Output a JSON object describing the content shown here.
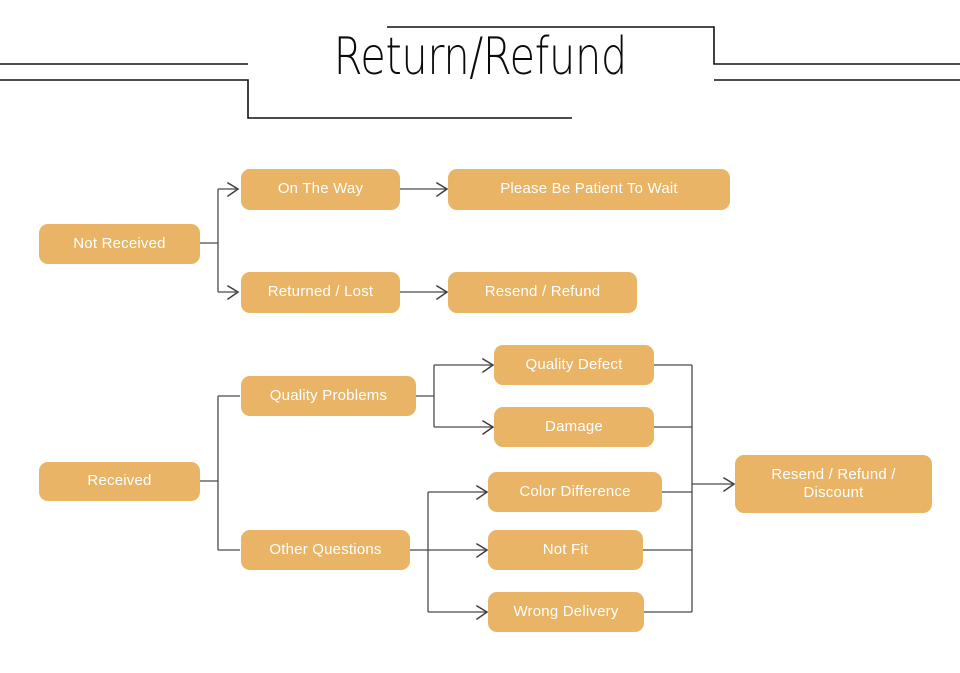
{
  "page": {
    "title": "Return/Refund",
    "background_color": "#ffffff",
    "accent_color": "#e9b465",
    "line_color": "#4a4a4a",
    "text_color": "#ffffff",
    "title_color": "#0b0b0b"
  },
  "header": {
    "title": "Return/Refund",
    "decoration": "stepped-double-rule"
  },
  "flow": {
    "branches": [
      {
        "id": "not-received",
        "root": "Not Received",
        "children": [
          {
            "label": "On The Way",
            "outcome": "Please Be Patient To Wait"
          },
          {
            "label": "Returned / Lost",
            "outcome": "Resend / Refund"
          }
        ]
      },
      {
        "id": "received",
        "root": "Received",
        "children": [
          {
            "label": "Quality Problems",
            "issues": [
              "Quality Defect",
              "Damage"
            ]
          },
          {
            "label": "Other Questions",
            "issues": [
              "Color Difference",
              "Not Fit",
              "Wrong Delivery"
            ]
          }
        ],
        "outcome": "Resend / Refund / Discount"
      }
    ]
  },
  "nodes": {
    "not_received": "Not Received",
    "on_the_way": "On The Way",
    "please_be_patient": "Please Be Patient To Wait",
    "returned_lost": "Returned / Lost",
    "resend_refund": "Resend / Refund",
    "received": "Received",
    "quality_problems": "Quality Problems",
    "quality_defect": "Quality Defect",
    "damage": "Damage",
    "other_questions": "Other Questions",
    "color_difference": "Color Difference",
    "not_fit": "Not Fit",
    "wrong_delivery": "Wrong Delivery",
    "resend_refund_discount_line1": "Resend / Refund /",
    "resend_refund_discount_line2": "Discount"
  }
}
